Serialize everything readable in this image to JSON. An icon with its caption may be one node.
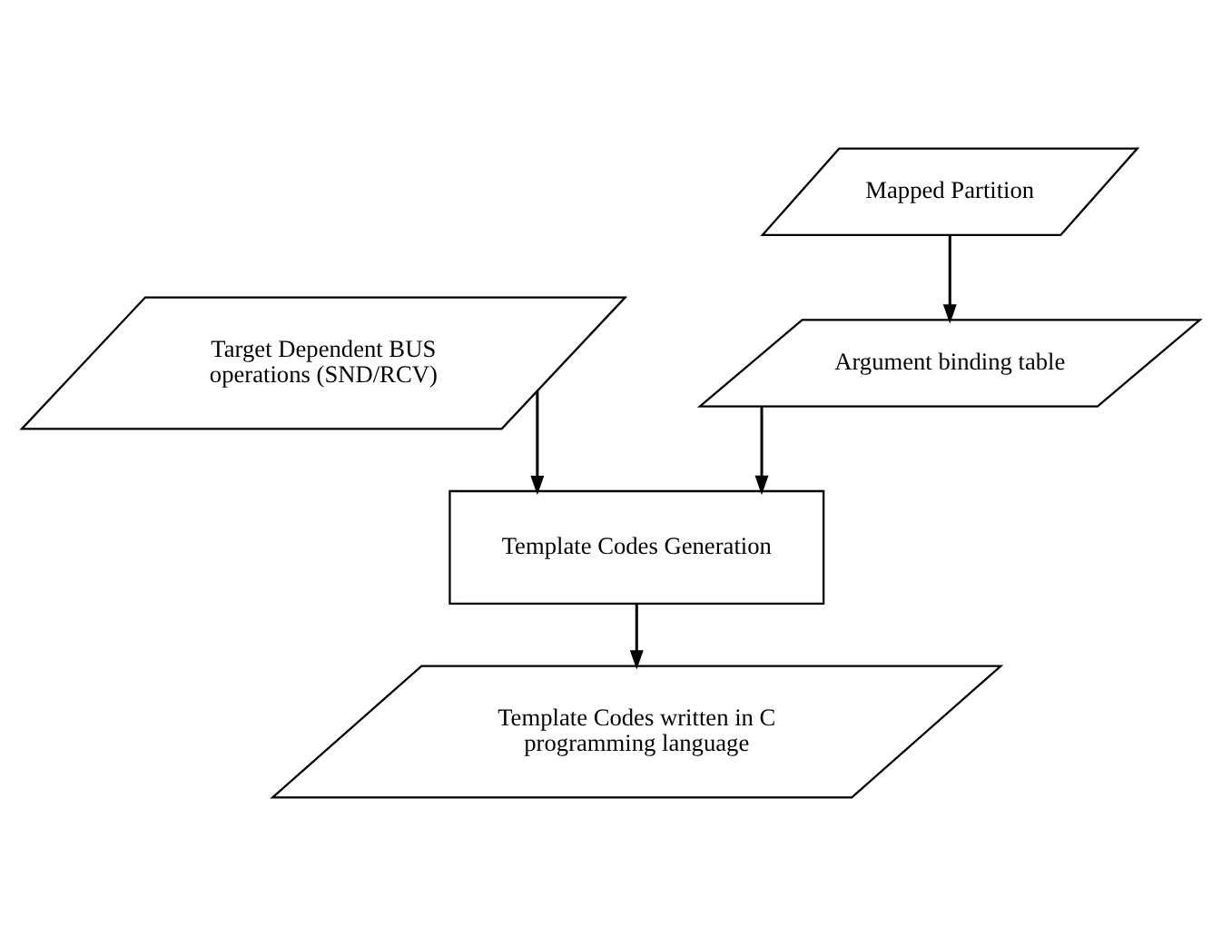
{
  "diagram": {
    "nodes": [
      {
        "text": [
          "Mapped Partition"
        ]
      },
      {
        "text": [
          "Argument binding table"
        ]
      },
      {
        "text": [
          "Target Dependent BUS operations (SND/RCV)"
        ]
      },
      {
        "text": [
          "Template Codes Generation"
        ]
      },
      {
        "text": [
          "Template Codes written in C programming language"
        ]
      }
    ],
    "edges": [
      {
        "from": 0,
        "to": 1,
        "arrow": "to"
      },
      {
        "from": 1,
        "to": 3,
        "arrow": "to"
      },
      {
        "from": 2,
        "to": 3,
        "arrow": "to"
      },
      {
        "from": 3,
        "to": 4,
        "arrow": "to"
      }
    ]
  }
}
